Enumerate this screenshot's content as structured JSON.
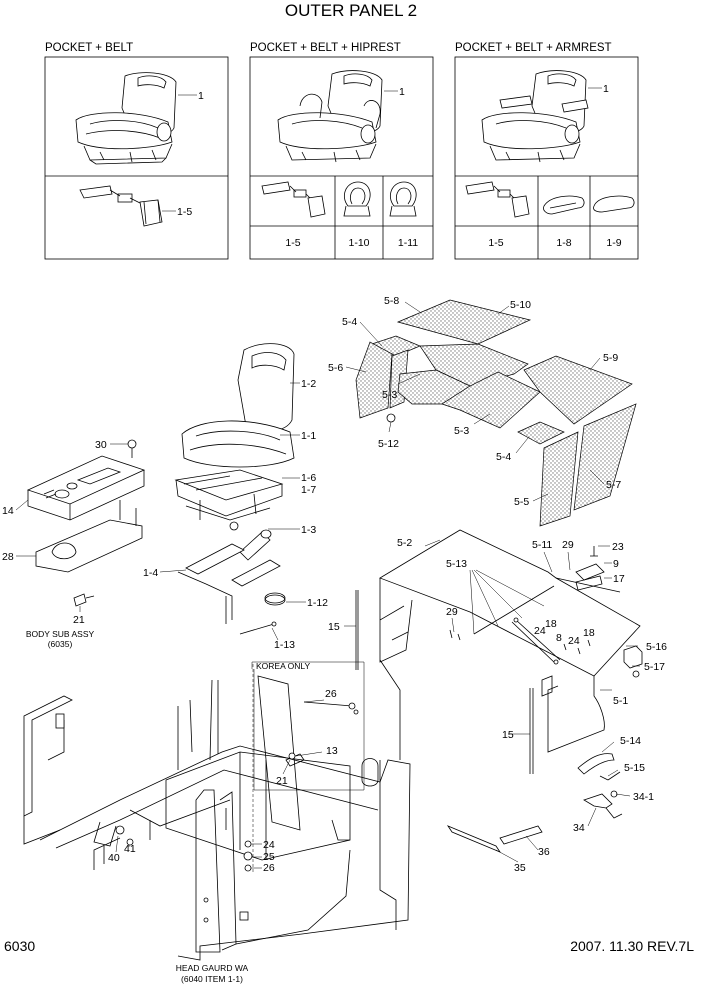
{
  "title": "OUTER PANEL 2",
  "page_number": "6030",
  "date_rev": "2007. 11.30  REV.7L",
  "options": [
    {
      "header": "POCKET + BELT",
      "seat_label": "1",
      "part_labels": [
        "1-5"
      ]
    },
    {
      "header": "POCKET + BELT + HIPREST",
      "seat_label": "1",
      "part_labels": [
        "1-5",
        "1-10",
        "1-11"
      ]
    },
    {
      "header": "POCKET + BELT + ARMREST",
      "seat_label": "1",
      "part_labels": [
        "1-5",
        "1-8",
        "1-9"
      ]
    }
  ],
  "callouts": {
    "c5_8": "5-8",
    "c5_10": "5-10",
    "c5_4a": "5-4",
    "c5_6": "5-6",
    "c5_3a": "5-3",
    "c5_9": "5-9",
    "c5_12": "5-12",
    "c5_3b": "5-3",
    "c5_4b": "5-4",
    "c5_7": "5-7",
    "c5_5": "5-5",
    "c1_2": "1-2",
    "c1_1": "1-1",
    "c1_6": "1-6",
    "c1_7": "1-7",
    "c1_3": "1-3",
    "c1_4": "1-4",
    "c1_12": "1-12",
    "c1_13": "1-13",
    "c30": "30",
    "c14": "14",
    "c28": "28",
    "c21a": "21",
    "c5_2": "5-2",
    "c5_11": "5-11",
    "c29a": "29",
    "c23": "23",
    "c5_13": "5-13",
    "c9": "9",
    "c17": "17",
    "c29b": "29",
    "c18a": "18",
    "c24a": "24",
    "c8": "8",
    "c24b": "24",
    "c18b": "18",
    "c15a": "15",
    "c5_16": "5-16",
    "c5_17": "5-17",
    "c5_1": "5-1",
    "c26a": "26",
    "c13": "13",
    "c21b": "21",
    "c15b": "15",
    "c5_14": "5-14",
    "c5_15": "5-15",
    "c34_1": "34-1",
    "c34": "34",
    "c24c": "24",
    "c25": "25",
    "c26b": "26",
    "c40": "40",
    "c41": "41",
    "c35": "35",
    "c36": "36"
  },
  "notes": {
    "body_sub_assy": "BODY SUB ASSY",
    "body_sub_ref": "(6035)",
    "korea_only": "KOREA ONLY",
    "head_guard": "HEAD GAURD WA",
    "head_guard_ref": "(6040 ITEM 1-1)"
  }
}
